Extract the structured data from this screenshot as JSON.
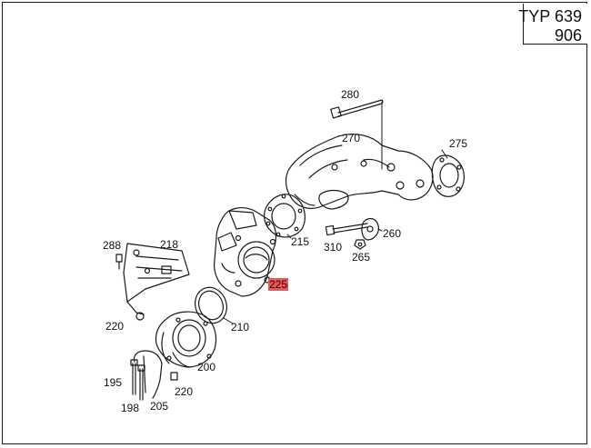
{
  "title_block": {
    "type_label": "TYP 639",
    "number": "906"
  },
  "callouts": {
    "c280": "280",
    "c270": "270",
    "c275": "275",
    "c215": "215",
    "c310": "310",
    "c260": "260",
    "c265": "265",
    "c288": "288",
    "c218": "218",
    "c225": "225",
    "c220a": "220",
    "c210": "210",
    "c200": "200",
    "c195": "195",
    "c220b": "220",
    "c198": "198",
    "c205": "205"
  },
  "highlight_color": "#e85a5a"
}
